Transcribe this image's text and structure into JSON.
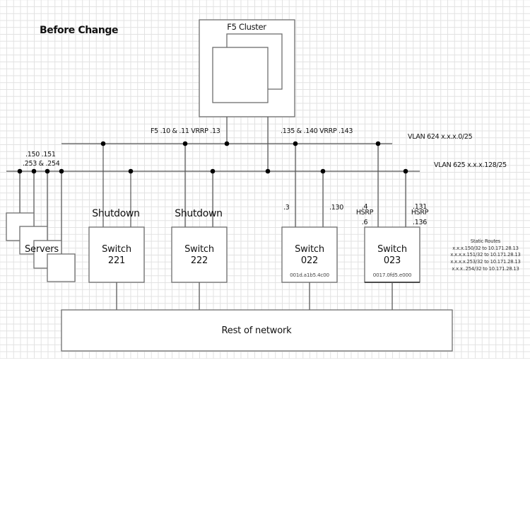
{
  "diagram": {
    "title": "Before Change",
    "f5_cluster": {
      "label": "F5 Cluster"
    },
    "vlans": [
      {
        "id": "vlan-624",
        "label": "VLAN 624  x.x.x.0/25"
      },
      {
        "id": "vlan-625",
        "label": "VLAN 625 x.x.x.128/25"
      }
    ],
    "f5_labels": {
      "vlan624": "F5 .10 & .11  VRRP .13",
      "vlan625": ".135 & .140  VRRP .143"
    },
    "servers": {
      "label": "Servers",
      "ip_line1": ".150 .151",
      "ip_line2": ".253 & .254"
    },
    "switches": [
      {
        "name": "Switch",
        "number": "221",
        "status": "Shutdown",
        "mac": "",
        "ip624": "",
        "ip625": ""
      },
      {
        "name": "Switch",
        "number": "222",
        "status": "Shutdown",
        "mac": "",
        "ip624": "",
        "ip625": ""
      },
      {
        "name": "Switch",
        "number": "022",
        "status": "",
        "mac": "001d.a1b5.4c00",
        "ip624": ".3",
        "ip625": ".130"
      },
      {
        "name": "Switch",
        "number": "023",
        "status": "",
        "mac": "0017.0fd5.e000",
        "ip624": ".4",
        "ip624_hsrp": "HSRP",
        "ip624_vip": ".6",
        "ip625": ".131",
        "ip625_hsrp": "HSRP",
        "ip625_vip": ".136"
      }
    ],
    "rest_of_network": "Rest of network",
    "static_routes": {
      "title": "Static Routes",
      "routes": [
        "x.x.x.150/32 to 10.171.28.13",
        "x.x.x.x.151/32 to 10.171.28.13",
        "x.x.x.x.253/32 to 10.171.28.13",
        "x.x.x..254/32 to 10.171.28.13"
      ]
    }
  }
}
